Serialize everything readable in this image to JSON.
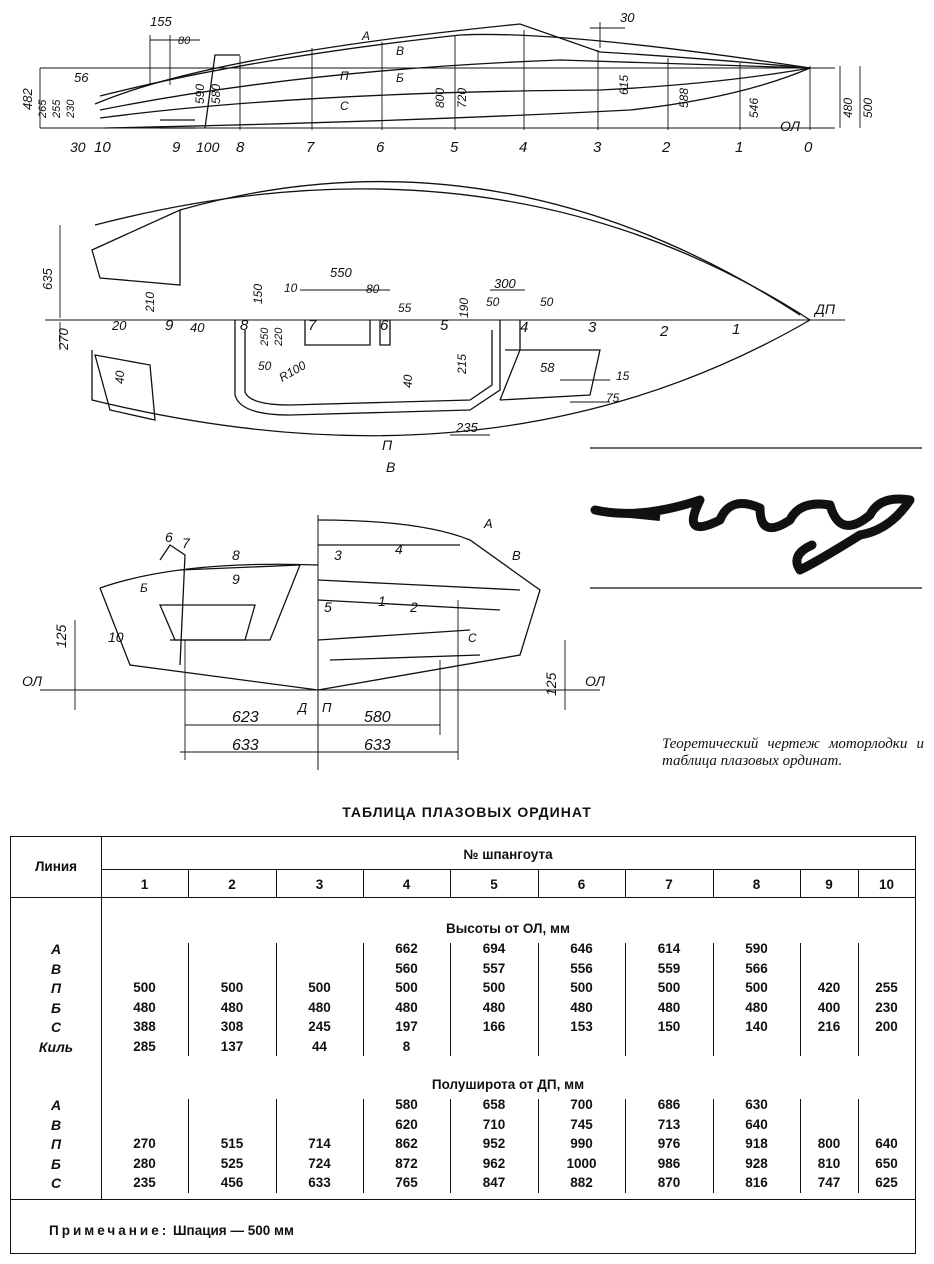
{
  "figure": {
    "side_view": {
      "section_numbers": [
        "10",
        "9",
        "8",
        "7",
        "6",
        "5",
        "4",
        "3",
        "2",
        "1",
        "0"
      ],
      "line_letters": [
        "А",
        "В",
        "П",
        "Б",
        "С"
      ],
      "dims": [
        "155",
        "80",
        "30",
        "56",
        "482",
        "265",
        "255",
        "230",
        "590",
        "580",
        "800",
        "720",
        "615",
        "588",
        "546",
        "480",
        "500",
        "30",
        "100",
        "ОЛ"
      ]
    },
    "plan_view": {
      "section_numbers": [
        "9",
        "8",
        "7",
        "6",
        "5",
        "4",
        "3",
        "2",
        "1"
      ],
      "dims": [
        "635",
        "270",
        "210",
        "20",
        "40",
        "10",
        "550",
        "80",
        "55",
        "150",
        "250",
        "220",
        "300",
        "190",
        "50",
        "50",
        "215",
        "58",
        "15",
        "75",
        "235",
        "50",
        "R100",
        "40",
        "40"
      ],
      "labels": [
        "ДП",
        "П",
        "В"
      ]
    },
    "body_plan": {
      "dims": [
        "125",
        "125",
        "623",
        "633",
        "580",
        "633"
      ],
      "labels": [
        "ОЛ",
        "ОЛ",
        "Д",
        "П",
        "А",
        "В",
        "Б",
        "С"
      ],
      "section_numbers": [
        "6",
        "7",
        "8",
        "9",
        "10",
        "5",
        "4",
        "3",
        "2",
        "1"
      ]
    },
    "title_logo": "Ларин"
  },
  "caption": "Теоретический чертеж моторлодки и таблица плазовых ординат.",
  "table": {
    "title": "ТАБЛИЦА ПЛАЗОВЫХ ОРДИНАТ",
    "header": {
      "line": "Линия",
      "frame_no": "№ шпангоута"
    },
    "frames": [
      "1",
      "2",
      "3",
      "4",
      "5",
      "6",
      "7",
      "8",
      "9",
      "10"
    ],
    "heights": {
      "title": "Высоты от ОЛ, мм",
      "rows": [
        {
          "label": "А",
          "values": [
            "",
            "",
            "",
            "662",
            "694",
            "646",
            "614",
            "590",
            "",
            ""
          ]
        },
        {
          "label": "В",
          "values": [
            "",
            "",
            "",
            "560",
            "557",
            "556",
            "559",
            "566",
            "",
            ""
          ]
        },
        {
          "label": "П",
          "values": [
            "500",
            "500",
            "500",
            "500",
            "500",
            "500",
            "500",
            "500",
            "420",
            "255"
          ]
        },
        {
          "label": "Б",
          "values": [
            "480",
            "480",
            "480",
            "480",
            "480",
            "480",
            "480",
            "480",
            "400",
            "230"
          ]
        },
        {
          "label": "С",
          "values": [
            "388",
            "308",
            "245",
            "197",
            "166",
            "153",
            "150",
            "140",
            "216",
            "200"
          ]
        },
        {
          "label": "Киль",
          "values": [
            "285",
            "137",
            "44",
            "8",
            "",
            "",
            "",
            "",
            "",
            ""
          ]
        }
      ]
    },
    "half_breadths": {
      "title": "Полуширота от ДП, мм",
      "rows": [
        {
          "label": "А",
          "values": [
            "",
            "",
            "",
            "580",
            "658",
            "700",
            "686",
            "630",
            "",
            ""
          ]
        },
        {
          "label": "В",
          "values": [
            "",
            "",
            "",
            "620",
            "710",
            "745",
            "713",
            "640",
            "",
            ""
          ]
        },
        {
          "label": "П",
          "values": [
            "270",
            "515",
            "714",
            "862",
            "952",
            "990",
            "976",
            "918",
            "800",
            "640"
          ]
        },
        {
          "label": "Б",
          "values": [
            "280",
            "525",
            "724",
            "872",
            "962",
            "1000",
            "986",
            "928",
            "810",
            "650"
          ]
        },
        {
          "label": "С",
          "values": [
            "235",
            "456",
            "633",
            "765",
            "847",
            "882",
            "870",
            "816",
            "747",
            "625"
          ]
        }
      ]
    },
    "note_label": "Примечание:",
    "note_text": "Шпация — 500 мм"
  }
}
